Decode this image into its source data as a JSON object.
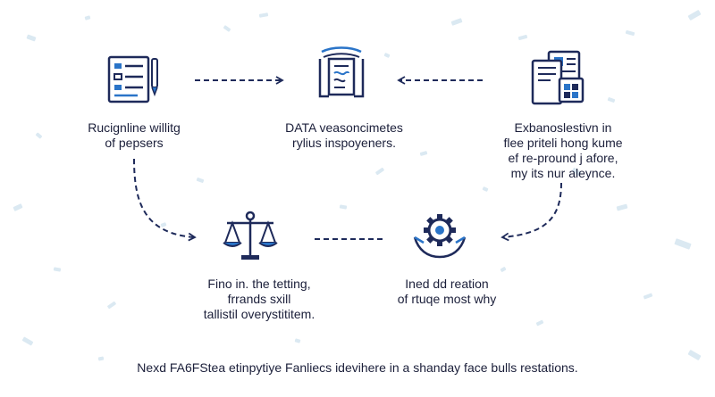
{
  "colors": {
    "ink": "#1e2a5a",
    "accent": "#2a74c8",
    "text": "#1b1f3a",
    "confetti": "#dbe9f2"
  },
  "nodes": [
    {
      "icon": "document-list-icon",
      "lines": [
        "Rucignline willitg",
        "of pepsers"
      ]
    },
    {
      "icon": "document-scroll-icon",
      "lines": [
        "DATA veasoncimetes",
        "rylius inspoyeners."
      ]
    },
    {
      "icon": "files-report-icon",
      "lines": [
        "Exbanoslestivn in",
        "flee priteli hong kume",
        "ef re-pround j afore,",
        "my its nur aleynce."
      ]
    },
    {
      "icon": "balance-scale-icon",
      "lines": [
        "Fino in. the tetting,",
        "frrands sxill",
        "tallistil overystititem."
      ]
    },
    {
      "icon": "gear-hands-icon",
      "lines": [
        "Ined dd reation",
        "of rtuqe most why"
      ]
    }
  ],
  "footer": "Nexd FA6FStea etinpytiye Fanliecs idevihere in a shanday face bulls restations."
}
